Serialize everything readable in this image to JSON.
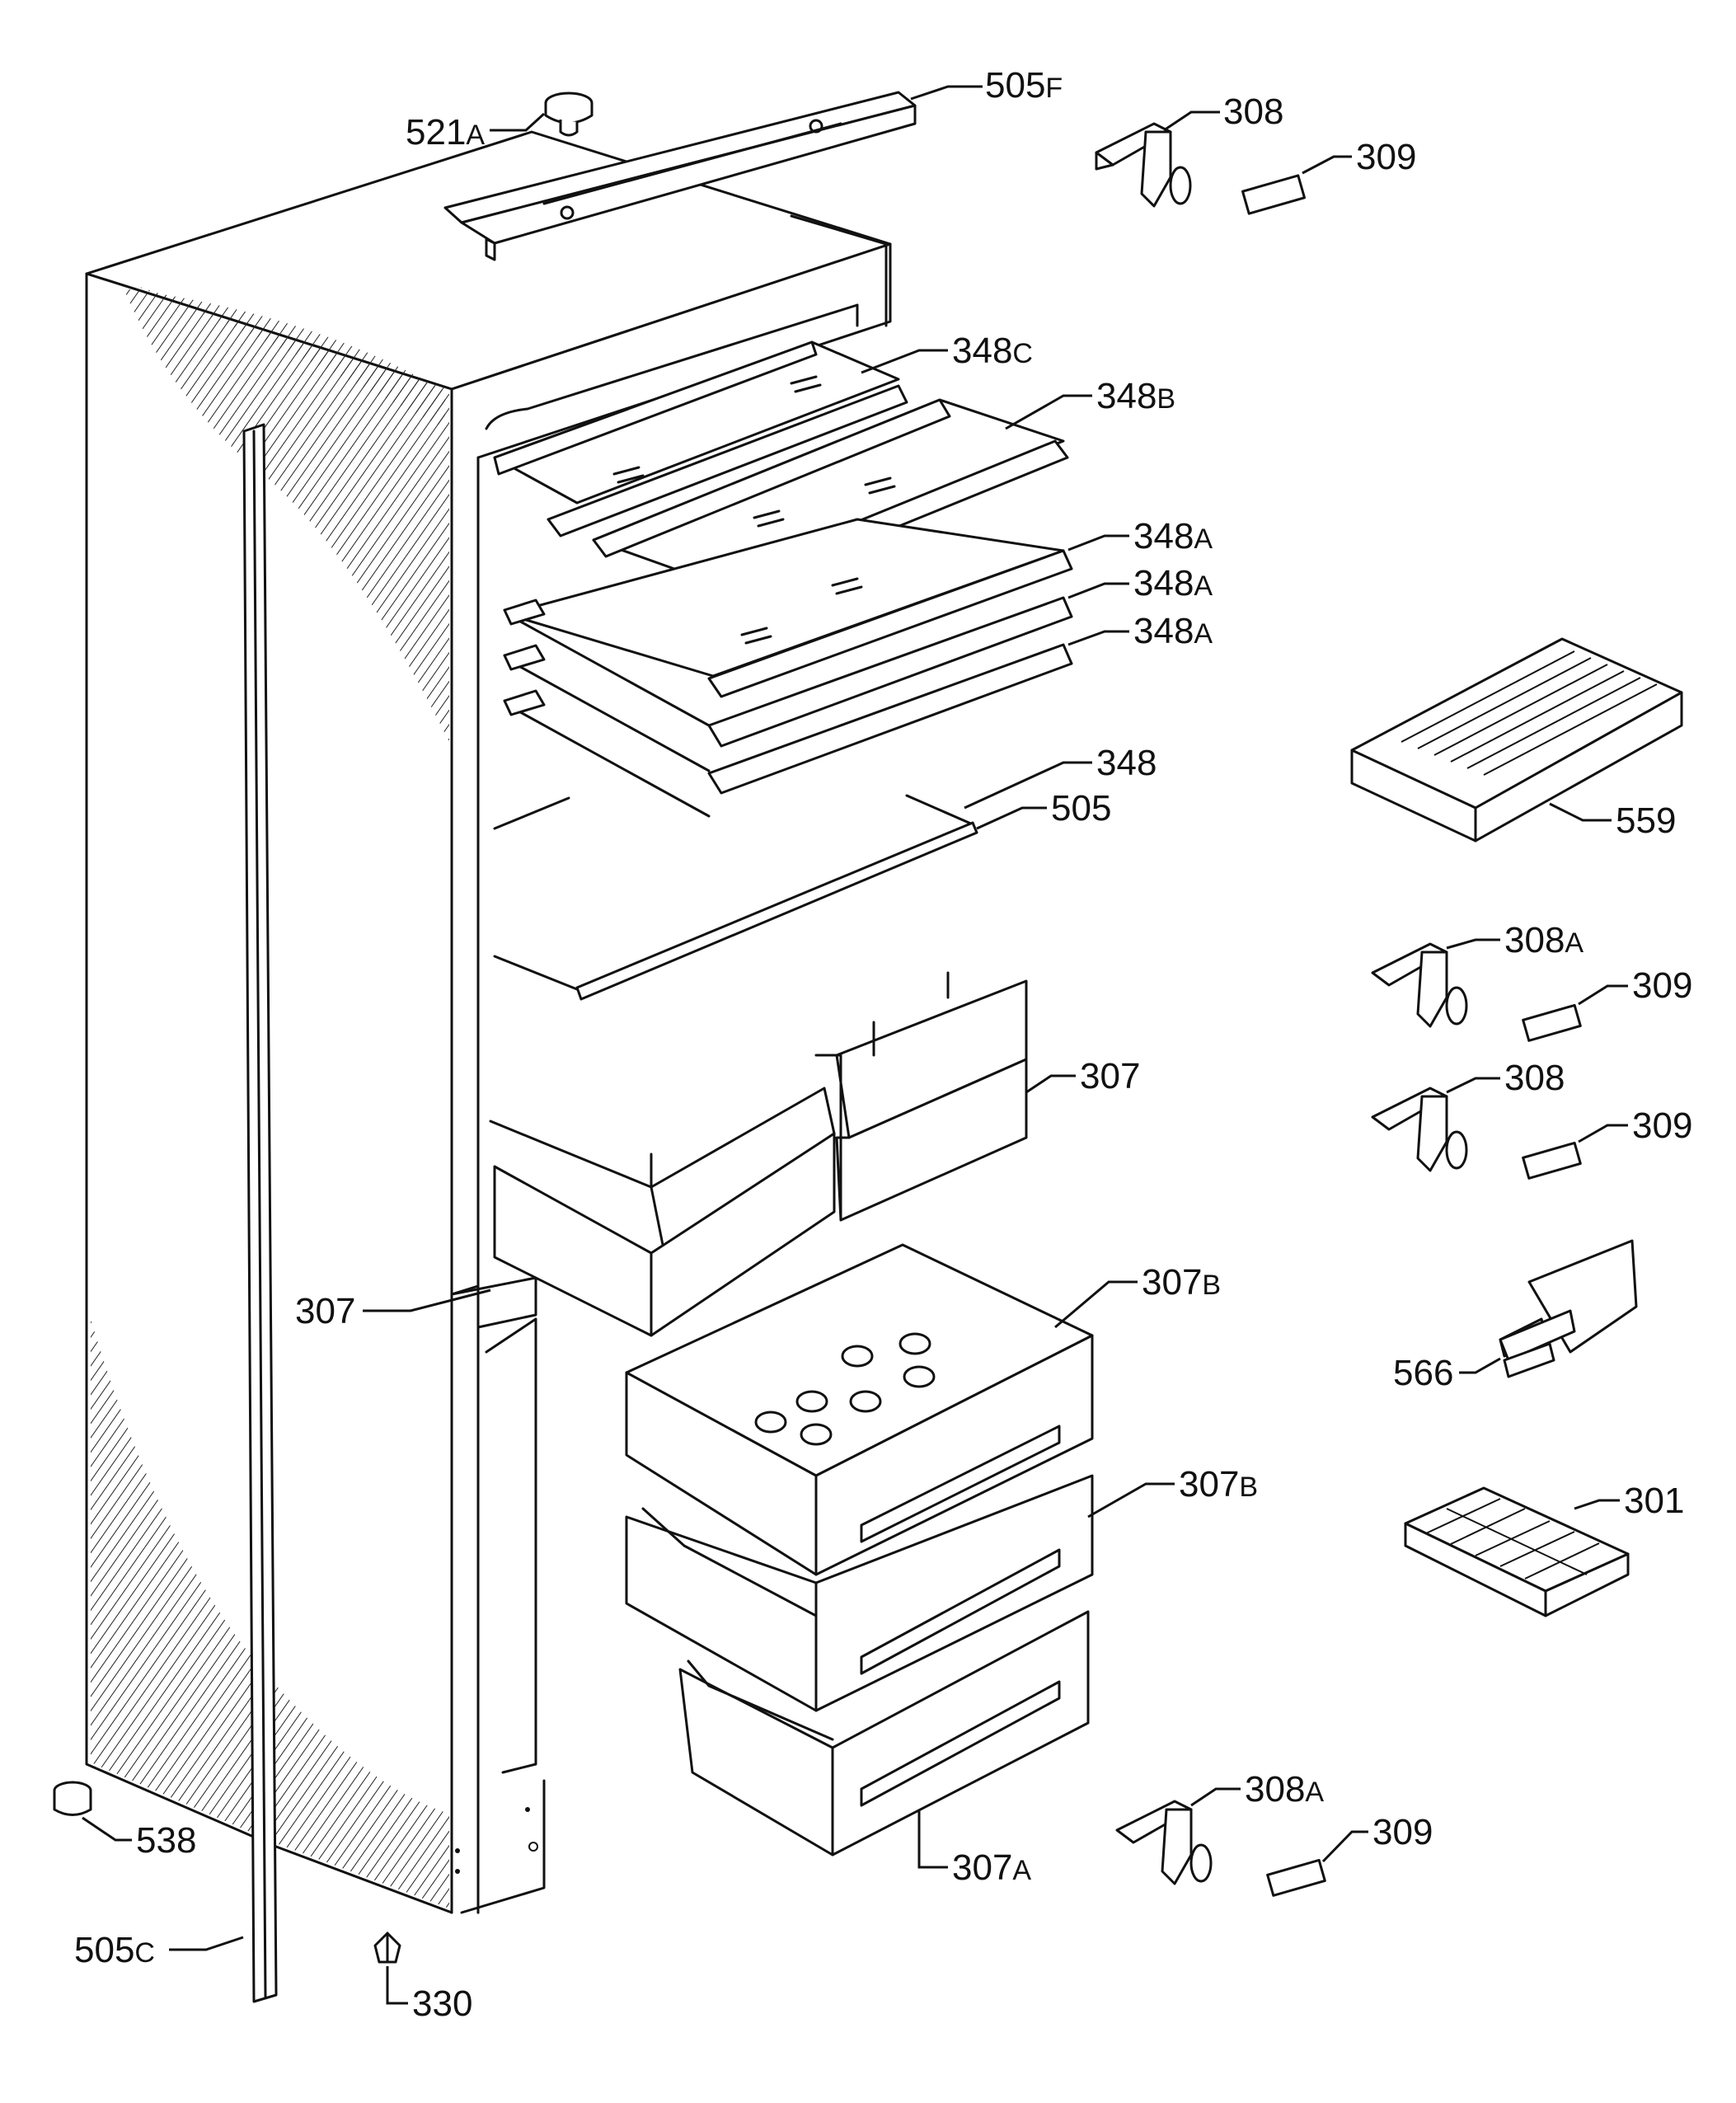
{
  "labels": {
    "l505F": {
      "num": "505",
      "suf": "F"
    },
    "l521A": {
      "num": "521",
      "suf": "A"
    },
    "l308a": {
      "num": "308",
      "suf": ""
    },
    "l309a": {
      "num": "309",
      "suf": ""
    },
    "l348C": {
      "num": "348",
      "suf": "C"
    },
    "l348B": {
      "num": "348",
      "suf": "B"
    },
    "l348A1": {
      "num": "348",
      "suf": "A"
    },
    "l348A2": {
      "num": "348",
      "suf": "A"
    },
    "l348A3": {
      "num": "348",
      "suf": "A"
    },
    "l348": {
      "num": "348",
      "suf": ""
    },
    "l505": {
      "num": "505",
      "suf": ""
    },
    "l559": {
      "num": "559",
      "suf": ""
    },
    "l308A1": {
      "num": "308",
      "suf": "A"
    },
    "l309b": {
      "num": "309",
      "suf": ""
    },
    "l308b": {
      "num": "308",
      "suf": ""
    },
    "l309c": {
      "num": "309",
      "suf": ""
    },
    "l307a": {
      "num": "307",
      "suf": ""
    },
    "l307b": {
      "num": "307",
      "suf": ""
    },
    "l307B1": {
      "num": "307",
      "suf": "B"
    },
    "l307B2": {
      "num": "307",
      "suf": "B"
    },
    "l566": {
      "num": "566",
      "suf": ""
    },
    "l301": {
      "num": "301",
      "suf": ""
    },
    "l538": {
      "num": "538",
      "suf": ""
    },
    "l308A2": {
      "num": "308",
      "suf": "A"
    },
    "l309d": {
      "num": "309",
      "suf": ""
    },
    "l307A": {
      "num": "307",
      "suf": "A"
    },
    "l505C": {
      "num": "505",
      "suf": "C"
    },
    "l330": {
      "num": "330",
      "suf": ""
    }
  }
}
